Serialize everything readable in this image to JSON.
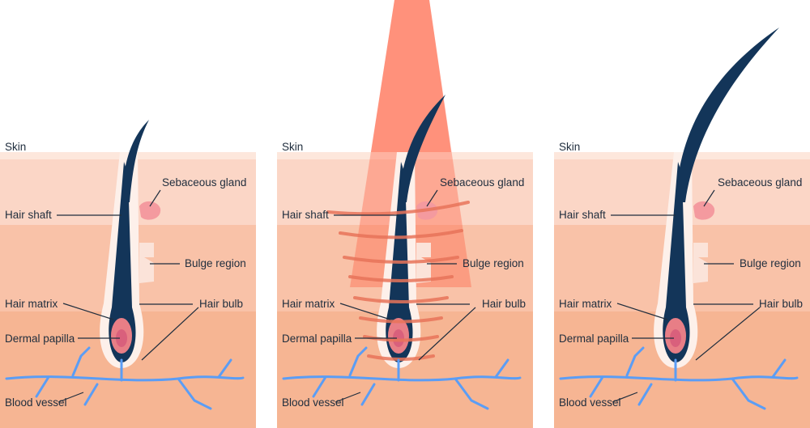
{
  "panels": [
    {
      "id": "before",
      "labels": {
        "skin": "Skin",
        "sebaceous_gland": "Sebaceous gland",
        "hair_shaft": "Hair shaft",
        "bulge_region": "Bulge region",
        "hair_matrix": "Hair matrix",
        "hair_bulb": "Hair bulb",
        "dermal_papilla": "Dermal papilla",
        "blood_vessel": "Blood vessel"
      }
    },
    {
      "id": "laser",
      "labels": {
        "skin": "Skin",
        "sebaceous_gland": "Sebaceous gland",
        "hair_shaft": "Hair shaft",
        "bulge_region": "Bulge region",
        "hair_matrix": "Hair matrix",
        "hair_bulb": "Hair bulb",
        "dermal_papilla": "Dermal papilla",
        "blood_vessel": "Blood vessel"
      }
    },
    {
      "id": "after",
      "labels": {
        "skin": "Skin",
        "sebaceous_gland": "Sebaceous gland",
        "hair_shaft": "Hair shaft",
        "bulge_region": "Bulge region",
        "hair_matrix": "Hair matrix",
        "hair_bulb": "Hair bulb",
        "dermal_papilla": "Dermal papilla",
        "blood_vessel": "Blood vessel"
      }
    }
  ],
  "colors": {
    "epidermis": "#fbd6c6",
    "dermis": "#f9c2a8",
    "hypodermis": "#f6b593",
    "skin_edge": "#fde7dc",
    "follicle_sheath": "#fdf0ea",
    "hair": "#133559",
    "papilla_outer": "#e87e86",
    "papilla_inner": "#d9607c",
    "gland": "#f49a9f",
    "bulge": "#fbe3d9",
    "blood_vessel": "#5b9df5",
    "laser_beam": "#ff6a4d",
    "heat_wave": "#e8745a",
    "text": "#1f2d3d"
  }
}
